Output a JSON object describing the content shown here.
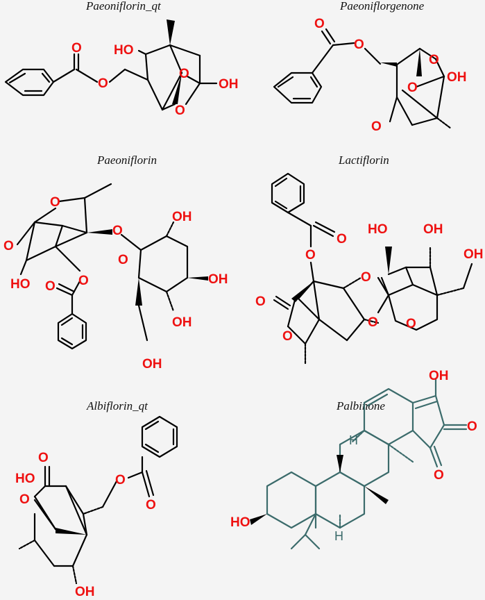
{
  "titles": {
    "t1": "Paeoniflorin_qt",
    "t2": "Paeoniflorgenone",
    "t3": "Paeoniflorin",
    "t4": "Lactiflorin",
    "t5": "Albiflorin_qt",
    "t6": "Palbinone"
  },
  "atoms": {
    "O": "O",
    "OH": "OH",
    "HO": "HO",
    "H": "H"
  },
  "colors": {
    "heteroatom": "#ee1111",
    "palbinone": "#3b6b6b",
    "bond": "#000000",
    "background": "#f4f4f4"
  }
}
